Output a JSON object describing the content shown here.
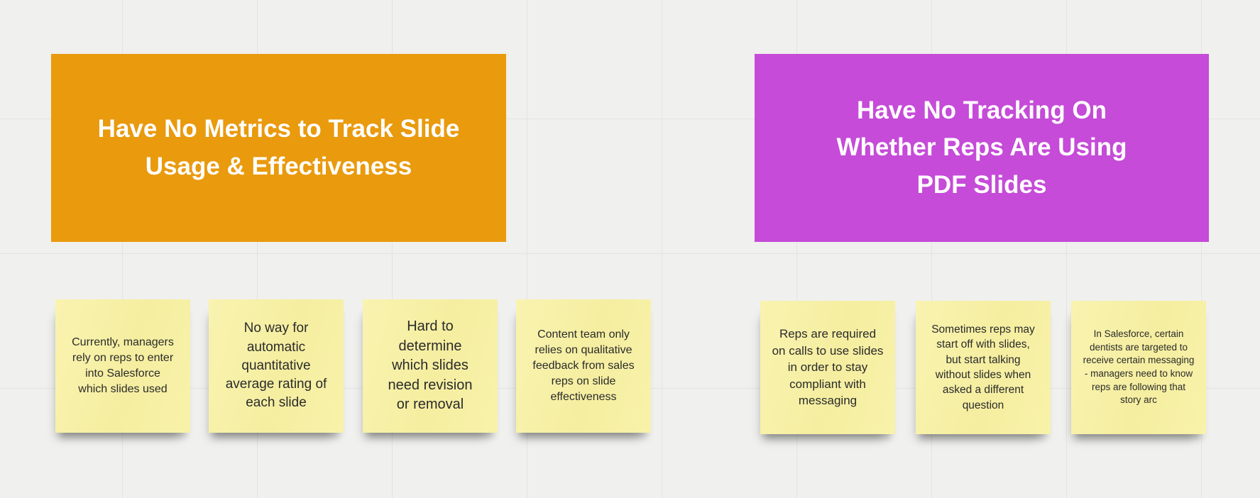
{
  "board": {
    "background_color": "#f0f0ee",
    "grid_color": "#e4e3e1",
    "note_color": "#f6f0a4",
    "note_text_color": "#2b2b2b",
    "title_text_color": "#ffffff"
  },
  "sections": [
    {
      "title": "Have No Metrics to Track Slide Usage & Effectiveness",
      "color": "#e99a0d",
      "notes": [
        "Currently, managers rely on reps to enter into Salesforce which slides used",
        "No way for automatic quantitative average rating of each slide",
        "Hard to determine which slides need revision or removal",
        "Content team only relies on qualitative feedback from sales reps on slide effectiveness"
      ]
    },
    {
      "title": "Have No Tracking On Whether Reps Are Using PDF Slides",
      "color": "#c54bd8",
      "notes": [
        "Reps are required on calls to use slides in order to stay compliant with messaging",
        "Sometimes reps may start off with slides, but start talking without slides when asked a different question",
        "In Salesforce, certain dentists are targeted to receive certain messaging - managers need to know reps are following that story arc"
      ]
    }
  ]
}
